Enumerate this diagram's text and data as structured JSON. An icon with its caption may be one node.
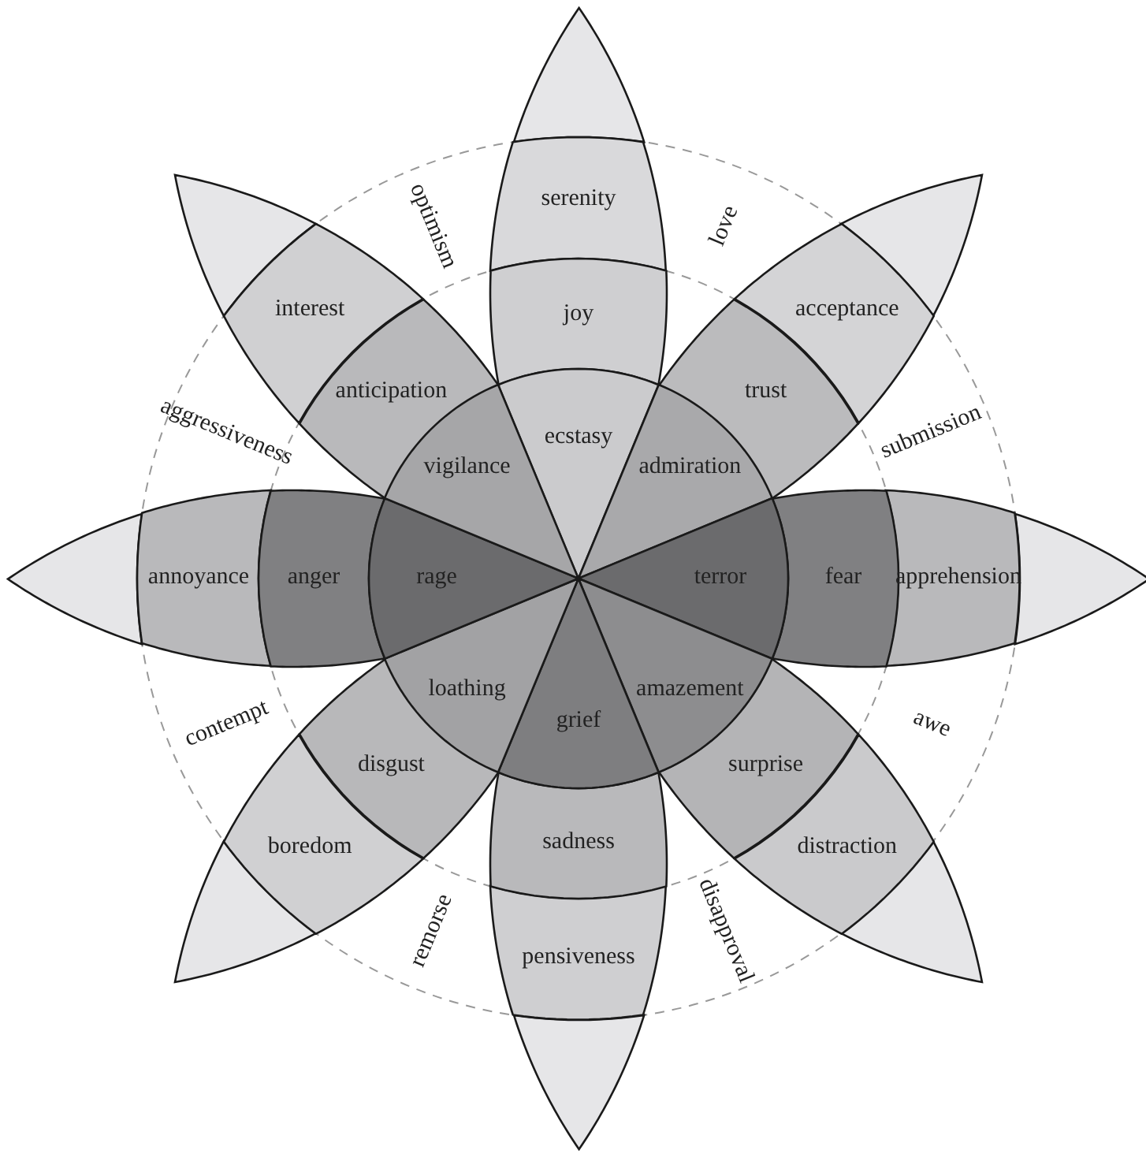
{
  "diagram": {
    "nodes": [
      {
        "text": [],
        "shape": "petal"
      },
      {
        "text": [
          "serenity"
        ]
      },
      {
        "text": [
          "joy"
        ]
      },
      {
        "text": [
          "ecstasy"
        ]
      },
      {
        "text": [],
        "shape": "petal"
      },
      {
        "text": [
          "acceptance"
        ]
      },
      {
        "text": [
          "trust"
        ]
      },
      {
        "text": [
          "admiration"
        ]
      },
      {
        "text": [],
        "shape": "petal"
      },
      {
        "text": [
          "apprehension"
        ]
      },
      {
        "text": [
          "fear"
        ]
      },
      {
        "text": [
          "terror"
        ]
      },
      {
        "text": [],
        "shape": "petal"
      },
      {
        "text": [
          "distraction"
        ]
      },
      {
        "text": [
          "surprise"
        ]
      },
      {
        "text": [
          "amazement"
        ]
      },
      {
        "text": [],
        "shape": "petal"
      },
      {
        "text": [
          "pensiveness"
        ]
      },
      {
        "text": [
          "sadness"
        ]
      },
      {
        "text": [
          "grief"
        ]
      },
      {
        "text": [],
        "shape": "petal"
      },
      {
        "text": [
          "boredom"
        ]
      },
      {
        "text": [
          "disgust"
        ]
      },
      {
        "text": [
          "loathing"
        ]
      },
      {
        "text": [],
        "shape": "petal"
      },
      {
        "text": [
          "annoyance"
        ]
      },
      {
        "text": [
          "anger"
        ]
      },
      {
        "text": [
          "rage"
        ]
      },
      {
        "text": [],
        "shape": "petal"
      },
      {
        "text": [
          "interest"
        ]
      },
      {
        "text": [
          "anticipation"
        ]
      },
      {
        "text": [
          "vigilance"
        ]
      }
    ],
    "labels": [
      "optimism",
      "love",
      "aggressiveness",
      "submission",
      "contempt",
      "awe",
      "remorse",
      "disapproval"
    ]
  }
}
